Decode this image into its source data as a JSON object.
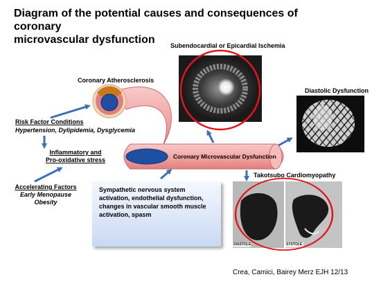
{
  "title_line1": "Diagram of the potential causes and consequences of coronary",
  "title_line2": "microvascular dysfunction",
  "labels": {
    "subendocardial": "Subendocardial or Epicardial Ischemia",
    "coronary_atherosclerosis": "Coronary Atherosclerosis",
    "diastolic": "Diastolic Dysfunction",
    "risk_heading": "Risk Factor Conditions",
    "risk_detail": "Hypertension, Dylipidemia, Dysglycemia",
    "inflammatory_line1": "Inflammatory and",
    "inflammatory_line2": "Pro-oxidative stress",
    "cmd": "Coronary Microvascular Dysfunction",
    "takotsubo": "Takotsubo Cardiomyopathy",
    "accel_heading": "Accelerating Factors",
    "accel_line1": "Early Menopause",
    "accel_line2": "Obesity",
    "diastole": "DIASTOLE",
    "systole": "SYSTOLE"
  },
  "box_text": "Sympathetic nervous system activation, endothelial dysfunction, changes in vascular smooth muscle activation, spasm",
  "citation": "Crea, Camici, Bairey Merz EJH 12/13",
  "colors": {
    "arrow": "#3b6fb6",
    "vessel": "#f2a9a9",
    "vessel_dark": "#d86a6a",
    "red_ring": "#e0161b",
    "lumen": "#1f4fa0",
    "plaque": "#c8771e"
  }
}
